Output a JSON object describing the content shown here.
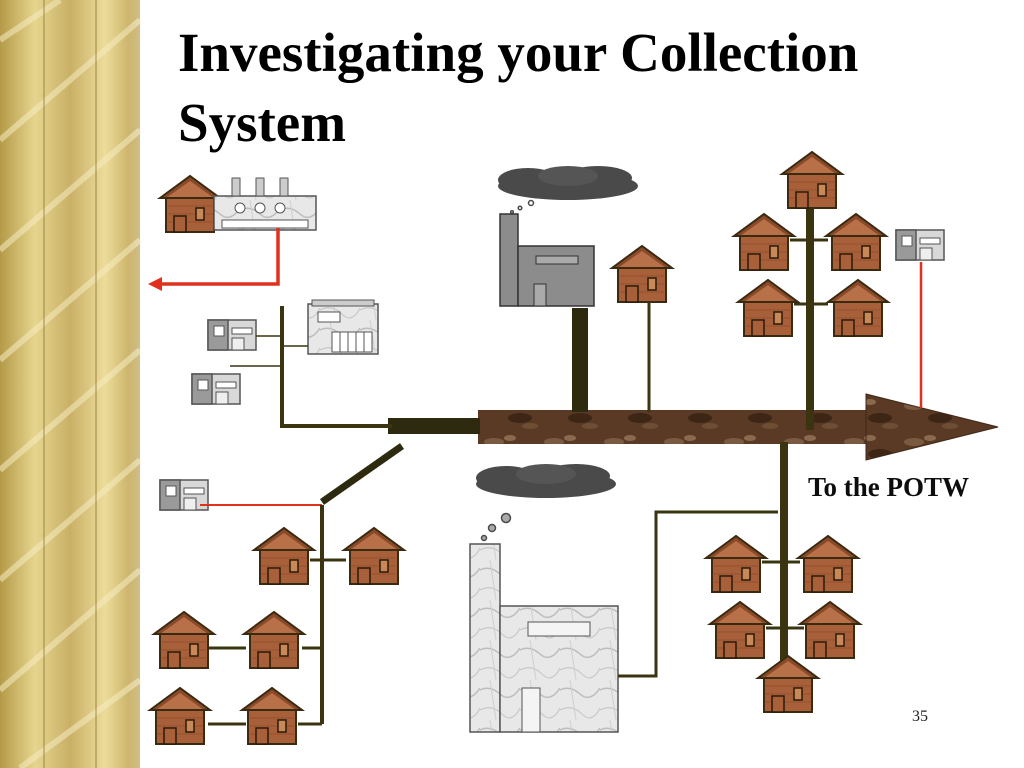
{
  "slide": {
    "title_line1": "Investigating your Collection",
    "title_line2": "System",
    "destination_label": "To the POTW",
    "page_number": "35"
  },
  "colors": {
    "background": "#ffffff",
    "border_gold": "#d8c47a",
    "pipe_dark": "#3a3410",
    "illicit_line_red": "#e0301e",
    "main_sewer_brown": "#5a3a24",
    "house_brick": "#a8603a",
    "house_roof": "#8a4a2a",
    "smoke_gray": "#4a4a4a",
    "factory_gray": "#8c8c8c"
  },
  "icons": [
    "house-icon",
    "factory-icon",
    "smokestack-icon",
    "smoke-cloud-icon",
    "commercial-building-icon",
    "small-business-icon",
    "flow-arrow-icon"
  ]
}
